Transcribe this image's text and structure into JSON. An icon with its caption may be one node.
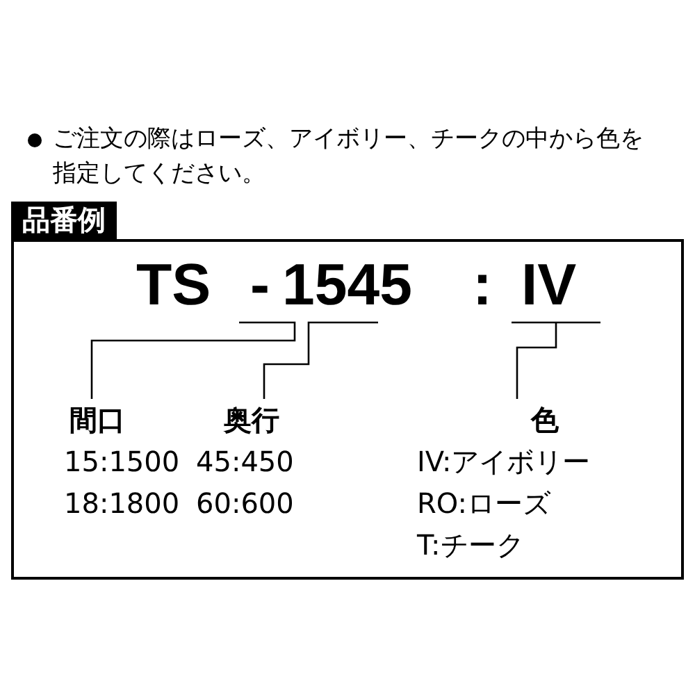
{
  "diagram": {
    "nodes": [
      {
        "text": [
          "品番例"
        ]
      },
      {
        "text": [
          "間口",
          "15:1500",
          "18:1800"
        ],
        "in": 0
      },
      {
        "text": [
          "奥行",
          "45:450",
          "60:600"
        ],
        "in": 0
      },
      {
        "text": [
          "色",
          "IV:アイボリー",
          "RO:ローズ",
          "T:チーク"
        ],
        "in": 0
      }
    ],
    "edges": [
      {
        "from": 1,
        "to": null,
        "arrow": "none"
      },
      {
        "from": 2,
        "to": null,
        "arrow": "none"
      },
      {
        "from": 3,
        "to": null,
        "arrow": "none"
      }
    ],
    "labels": [
      "ご注文の際はローズ、アイボリー、チークの中から色を指定してください。",
      "TS",
      "-",
      "1545",
      ":",
      "IV"
    ]
  }
}
